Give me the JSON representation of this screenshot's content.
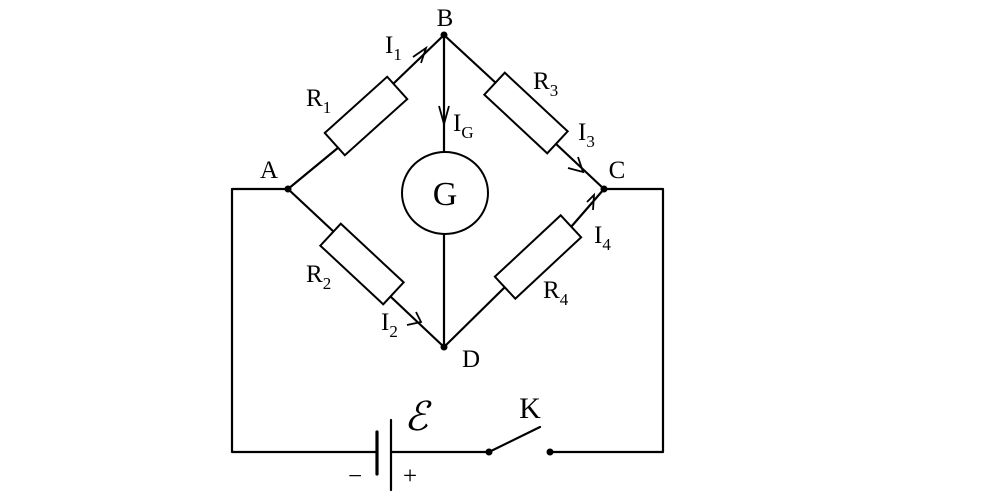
{
  "nodes": {
    "a": "A",
    "b": "B",
    "c": "C",
    "d": "D"
  },
  "resistors": {
    "r1": {
      "letter": "R",
      "sub": "1"
    },
    "r2": {
      "letter": "R",
      "sub": "2"
    },
    "r3": {
      "letter": "R",
      "sub": "3"
    },
    "r4": {
      "letter": "R",
      "sub": "4"
    }
  },
  "currents": {
    "i1": {
      "letter": "I",
      "sub": "1"
    },
    "i2": {
      "letter": "I",
      "sub": "2"
    },
    "i3": {
      "letter": "I",
      "sub": "3"
    },
    "i4": {
      "letter": "I",
      "sub": "4"
    },
    "ig": {
      "letter": "I",
      "sub": "G"
    }
  },
  "galvanometer": "G",
  "battery": {
    "emf": "ℰ",
    "minus": "−",
    "plus": "+"
  },
  "switch": "K"
}
